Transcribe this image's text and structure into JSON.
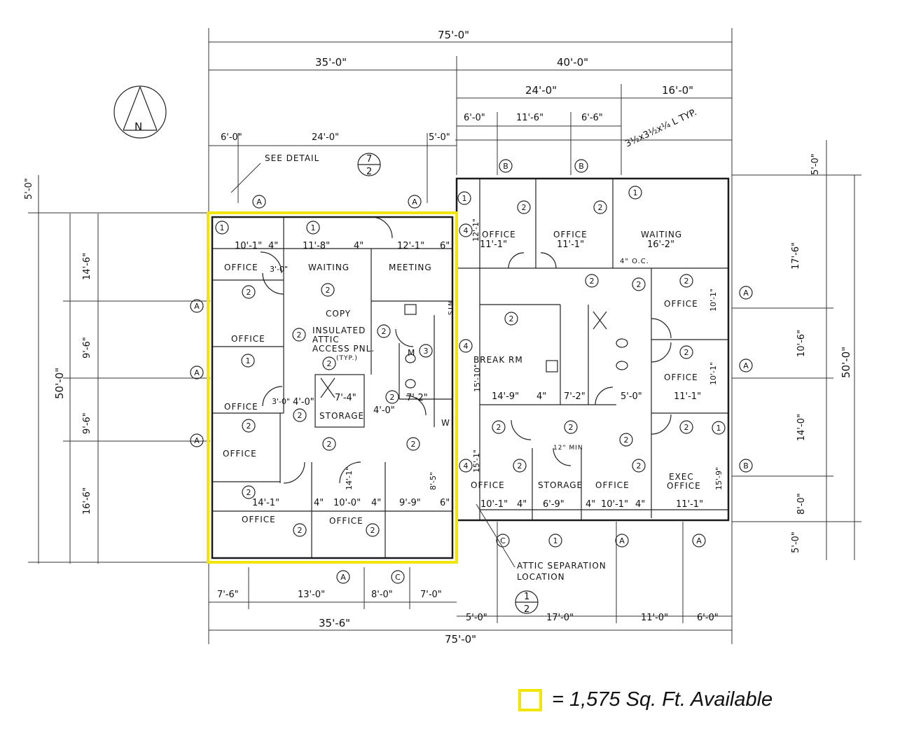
{
  "north_arrow": {
    "label": "N"
  },
  "dimensions": {
    "top": {
      "overall": "75'-0\"",
      "left_part": "35'-0\"",
      "right_part": "40'-0\"",
      "right_a": "24'-0\"",
      "right_b": "16'-0\"",
      "r1": "6'-0\"",
      "r2": "11'-6\"",
      "r3": "6'-6\"",
      "l1": "6'-0\"",
      "l2": "24'-0\"",
      "l3": "5'-0\""
    },
    "left": {
      "top": "5'-0\"",
      "overall": "50'-0\"",
      "a": "14'-6\"",
      "b": "9'-6\"",
      "c": "9'-6\"",
      "d": "16'-6\""
    },
    "right": {
      "top": "5'-0\"",
      "a": "17'-6\"",
      "overall": "50'-0\"",
      "b": "10'-6\"",
      "c": "14'-0\"",
      "d": "8'-0\"",
      "bottom": "5'-0\""
    },
    "bottom": {
      "a": "7'-6\"",
      "b": "13'-0\"",
      "c": "8'-0\"",
      "d": "7'-0\"",
      "left_total": "35'-6\"",
      "e": "5'-0\"",
      "f": "17'-0\"",
      "g": "11'-0\"",
      "h": "6'-0\"",
      "overall": "75'-0\""
    }
  },
  "notes": {
    "see_detail": "SEE DETAIL",
    "detail_ref_top": "7",
    "detail_ref_bottom": "2",
    "attic_sep": "ATTIC SEPARATION",
    "attic_sep2": "LOCATION",
    "section_top": "1",
    "section_bottom": "2",
    "typ": "3½x3½x¼ L TYP.",
    "access": "INSULATED",
    "access2": "ATTIC",
    "access3": "ACCESS PNL.",
    "access4": "(TYP.)",
    "nts": "NTS",
    "min": "12\" MIN",
    "oc": "4\" O.C."
  },
  "rooms": {
    "office_nw": "OFFICE",
    "waiting_w": "WAITING",
    "meeting": "MEETING",
    "copy": "COPY",
    "office_w2": "OFFICE",
    "office_w3": "OFFICE",
    "office_w4": "OFFICE",
    "storage_w": "STORAGE",
    "office_sw1": "OFFICE",
    "office_sw2": "OFFICE",
    "m": "M",
    "w": "W",
    "office_n1": "OFFICE",
    "office_n2": "OFFICE",
    "waiting_e": "WAITING",
    "break_rm": "BREAK RM",
    "office_e1": "OFFICE",
    "office_e2": "OFFICE",
    "office_s1": "OFFICE",
    "storage_e": "STORAGE",
    "office_s2": "OFFICE",
    "exec_office": "EXEC",
    "exec_office2": "OFFICE"
  },
  "room_dims": [
    "10'-1\"",
    "4\"",
    "11'-8\"",
    "4\"",
    "12'-1\"",
    "6\"",
    "14'-1\"",
    "4\"",
    "10'-0\"",
    "4\"",
    "9'-9\"",
    "6\"",
    "11'-1\"",
    "11'-1\"",
    "16'-2\"",
    "14'-9\"",
    "4\"",
    "7'-2\"",
    "5'-0\"",
    "11'-1\"",
    "10'-1\"",
    "4\"",
    "6'-9\"",
    "4\"",
    "10'-1\"",
    "4\"",
    "11'-1\"",
    "7'-4\"",
    "4'-0\"",
    "4'-0\"",
    "7'-2\"",
    "3'-0\"",
    "3'-0\"",
    "15'-10\"",
    "15'-1\"",
    "15'-9\"",
    "8'-5\"",
    "14'-1\"",
    "12'-1\"",
    "10'-1\"",
    "10'-1\""
  ],
  "grid_tags": {
    "a": "A",
    "b": "B",
    "c": "C",
    "one": "1",
    "two": "2",
    "three": "3",
    "four": "4"
  },
  "highlight_color": "#f2e600",
  "legend": {
    "text": "= 1,575 Sq. Ft. Available"
  }
}
